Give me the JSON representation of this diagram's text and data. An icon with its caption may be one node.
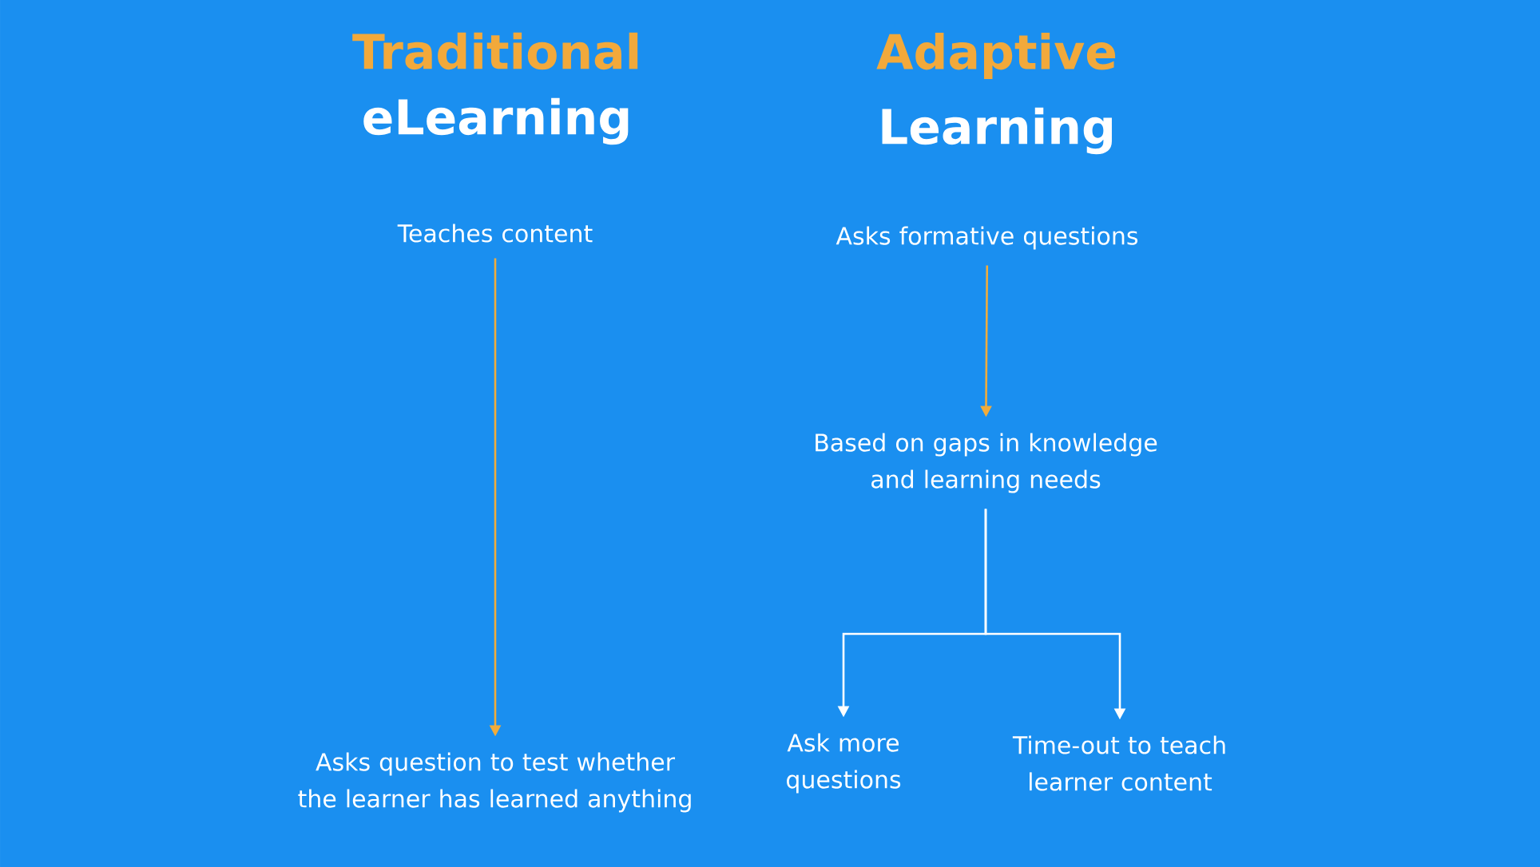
{
  "diagram": {
    "nodes": [
      {
        "text": [
          "Teaches content"
        ]
      },
      {
        "text": [
          "Asks question to test whether the learner has learned anything"
        ]
      },
      {
        "text": [
          "Asks formative questions"
        ]
      },
      {
        "text": [
          "Based on gaps in knowledge and learning needs"
        ]
      },
      {
        "text": [
          "Ask more questions"
        ]
      },
      {
        "text": [
          "Time-out to teach learner content"
        ]
      }
    ],
    "edges": [
      {
        "from": 0,
        "to": 1,
        "arrow": "to",
        "color": "#f0ac3c"
      },
      {
        "from": 2,
        "to": 3,
        "arrow": "to",
        "color": "#f0ac3c"
      },
      {
        "from": 3,
        "to": 4,
        "arrow": "to",
        "color": "#ffffff"
      },
      {
        "from": 3,
        "to": 5,
        "arrow": "to",
        "color": "#ffffff"
      }
    ],
    "labels": [
      "Traditional",
      "eLearning",
      "Adaptive",
      "Learning"
    ]
  }
}
